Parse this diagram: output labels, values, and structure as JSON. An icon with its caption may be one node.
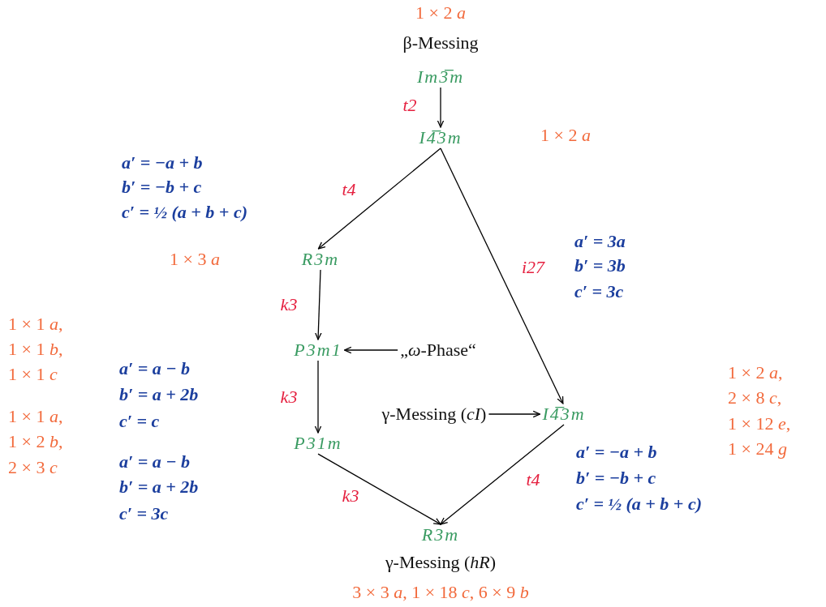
{
  "diagram": {
    "nodes": [
      {
        "text": [
          "Im3̅m"
        ],
        "beside": [
          "β-Messing"
        ]
      },
      {
        "text": [
          "I4̅3m"
        ]
      },
      {
        "text": [
          "R3m"
        ]
      },
      {
        "text": [
          "P3m1"
        ]
      },
      {
        "text": [
          "P31m"
        ]
      },
      {
        "text": [
          "I4̅3m"
        ]
      },
      {
        "text": [
          "R3m"
        ],
        "beside": [
          "γ-Messing (*hR*)"
        ]
      },
      {
        "text": [
          "„*ω*-Phase“"
        ]
      },
      {
        "text": [
          "γ-Messing (*cI*)"
        ]
      }
    ],
    "edges": [
      {
        "from": 0,
        "to": 1,
        "arrow": "to",
        "label": "t2"
      },
      {
        "from": 1,
        "to": 2,
        "arrow": "to",
        "label": "t4"
      },
      {
        "from": 1,
        "to": 5,
        "arrow": "to",
        "label": "i27"
      },
      {
        "from": 2,
        "to": 3,
        "arrow": "to",
        "label": "k3"
      },
      {
        "from": 3,
        "to": 4,
        "arrow": "to",
        "label": "k3"
      },
      {
        "from": 4,
        "to": 6,
        "arrow": "to",
        "label": "k3"
      },
      {
        "from": 5,
        "to": 6,
        "arrow": "to",
        "label": "t4"
      },
      {
        "from": 7,
        "to": 3,
        "arrow": "to"
      },
      {
        "from": 8,
        "to": 5,
        "arrow": "to"
      }
    ],
    "labels": [
      "1 × 2 *a*",
      "1 × 2 *a*",
      "a′ = −a + b",
      "b′ = −b + c",
      "c′ = ½ (a + b + c)",
      "1 × 3 *a*",
      "a′ = 3a",
      "b′ = 3b",
      "c′ = 3c",
      "1 × 1 *a*,",
      "1 × 1 *b*,",
      "1 × 1 *c*",
      "1 × 1 *a*,",
      "1 × 2 *b*,",
      "2 × 3 *c*",
      "a′ = a − b",
      "b′ = a + 2b",
      "c′ = c",
      "a′ = a − b",
      "b′ = a + 2b",
      "c′ = 3c",
      "1 × 2 *a*,",
      "2 × 8 *c*,",
      "1 × 12 *e*,",
      "1 × 24 *g*",
      "a′ = −a + b",
      "b′ = −b + c",
      "c′ = ½ (a + b + c)",
      "3 × 3 *a*, 1 × 18 *c*, 6 × 9 *b*"
    ]
  }
}
